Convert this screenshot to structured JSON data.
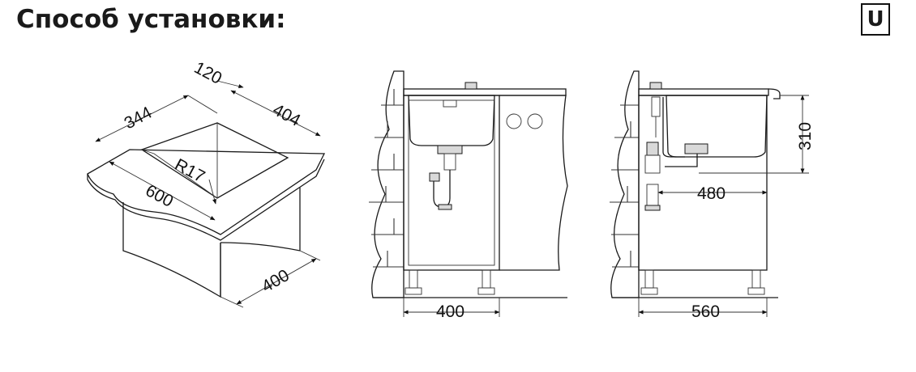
{
  "header": {
    "title": "Способ установки:",
    "mount_code": "U"
  },
  "isometric_view": {
    "dims": {
      "cutout_width": "344",
      "offset_back": "120",
      "cutout_depth": "404",
      "worktop_width": "600",
      "corner_radius": "R17",
      "cabinet_depth": "400"
    }
  },
  "front_view": {
    "dims": {
      "cabinet_width": "400"
    }
  },
  "side_view": {
    "dims": {
      "height": "310",
      "drain_offset": "480",
      "cabinet_depth": "560"
    }
  }
}
